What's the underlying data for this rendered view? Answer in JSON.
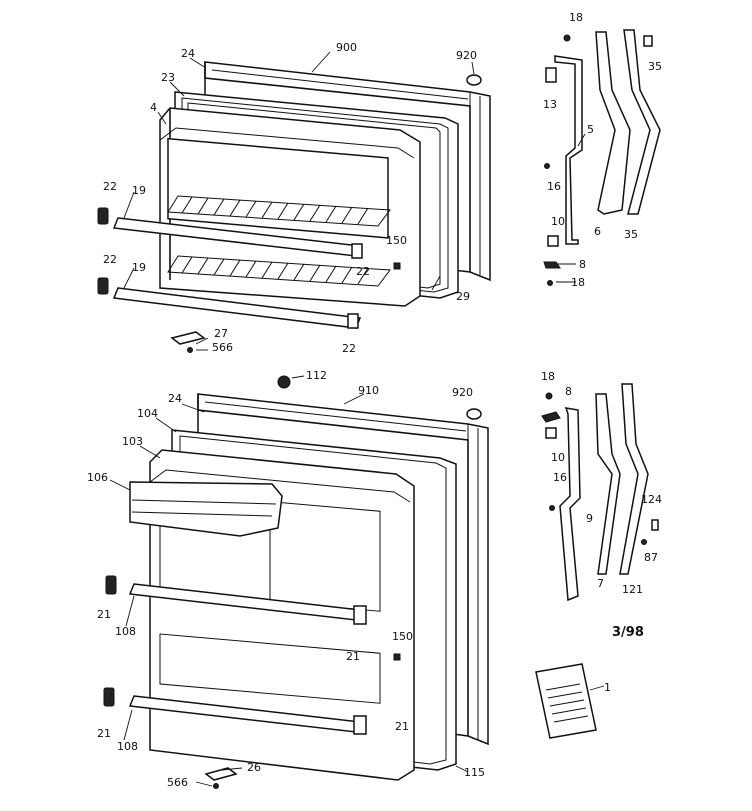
{
  "diagram": {
    "date_code": "3/98",
    "callouts": {
      "c18a": "18",
      "c24a": "24",
      "c900": "900",
      "c920a": "920",
      "c35a": "35",
      "c23": "23",
      "c13": "13",
      "c4": "4",
      "c5": "5",
      "c16a": "16",
      "c22a": "22",
      "c19a": "19",
      "c10a": "10",
      "c6": "6",
      "c35b": "35",
      "c150a": "150",
      "c8a": "8",
      "c18b": "18",
      "c22b": "22",
      "c19b": "19",
      "c22c": "22",
      "c29": "29",
      "c22d": "22",
      "c27": "27",
      "c566a": "566",
      "c112": "112",
      "c18c": "18",
      "c910": "910",
      "c920b": "920",
      "c8b": "8",
      "c24b": "24",
      "c104": "104",
      "c103": "103",
      "c10b": "10",
      "c106": "106",
      "c16b": "16",
      "c124": "124",
      "c9": "9",
      "c87": "87",
      "c21a": "21",
      "c108a": "108",
      "c7": "7",
      "c121": "121",
      "c150b": "150",
      "c21b": "21",
      "c1": "1",
      "c21c": "21",
      "c108b": "108",
      "c21d": "21",
      "c26": "26",
      "c566b": "566",
      "c115": "115"
    }
  }
}
